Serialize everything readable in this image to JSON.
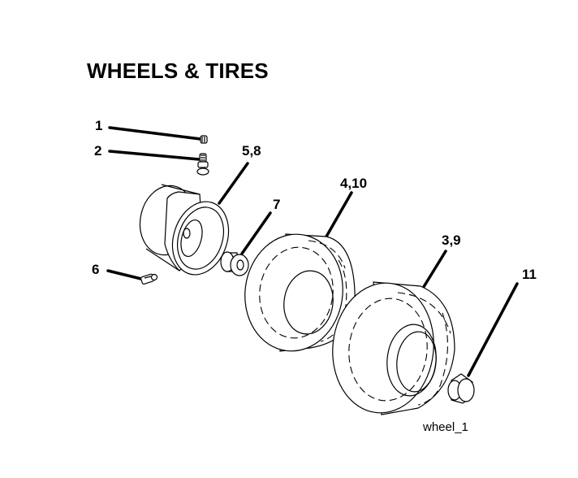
{
  "title": "WHEELS & TIRES",
  "callouts": {
    "c1": "1",
    "c2": "2",
    "c58": "5,8",
    "c7": "7",
    "c410": "4,10",
    "c39": "3,9",
    "c6": "6",
    "c11": "11"
  },
  "caption": "wheel_1"
}
